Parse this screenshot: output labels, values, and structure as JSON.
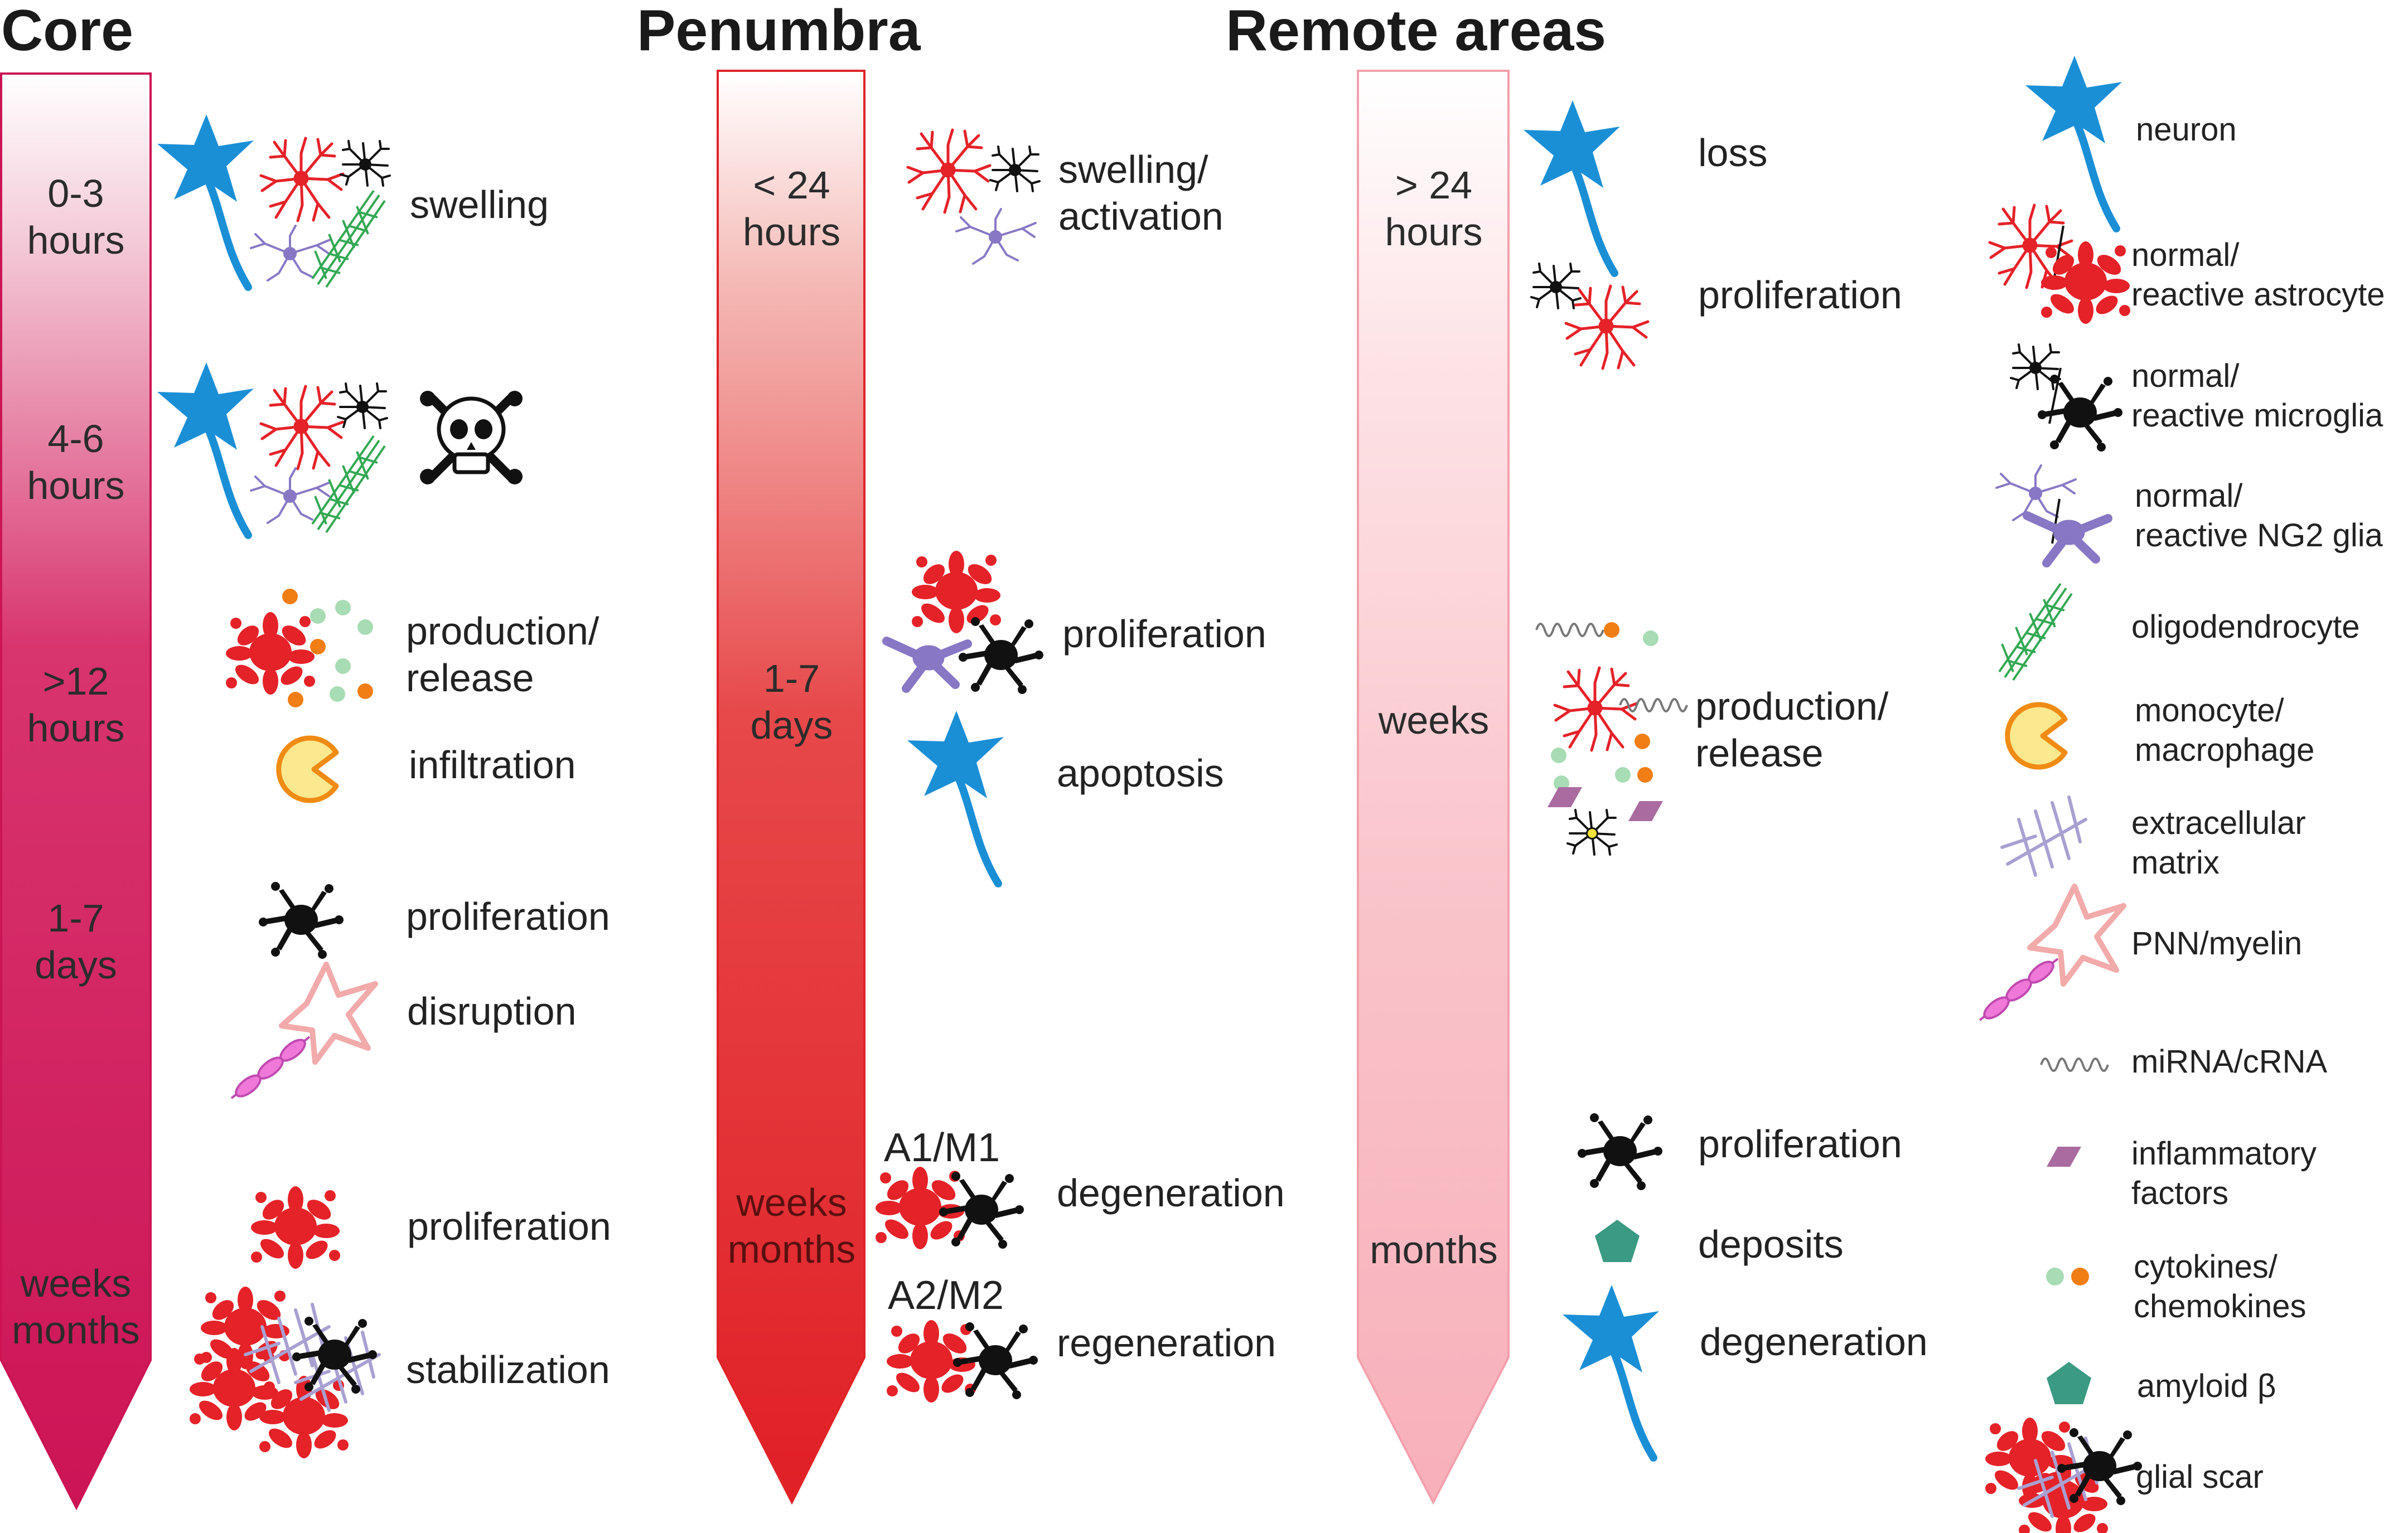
{
  "headings": {
    "core": "Core",
    "penumbra": "Penumbra",
    "remote": "Remote areas"
  },
  "colors": {
    "neuron": "#1b8fd6",
    "astrocyte": "#e52228",
    "microglia": "#111111",
    "ng2": "#8877c4",
    "oligodendrocyte": "#33a853",
    "monocyte_fill": "#fbe88f",
    "monocyte_stroke": "#f08b14",
    "ecm": "#a9a0d2",
    "pnn": "#f2aaaa",
    "myelin": "#e060c8",
    "mirna": "#777777",
    "inflammatory": "#aa6ba0",
    "cytokine_green": "#a8dcb4",
    "cytokine_orange": "#f07e14",
    "amyloid": "#3a9a82",
    "core_arrow": "#cc1455",
    "penumbra_arrow": "#e02328",
    "remote_arrow": "#f8b3bc"
  },
  "core": {
    "times": [
      {
        "l1": "0-3",
        "l2": "hours"
      },
      {
        "l1": "4-6",
        "l2": "hours"
      },
      {
        "l1": ">12",
        "l2": "hours"
      },
      {
        "l1": "1-7",
        "l2": "days"
      },
      {
        "l1": "weeks",
        "l2": "months"
      }
    ],
    "events": [
      {
        "l1": "swelling",
        "l2": ""
      },
      {
        "l1": "production/",
        "l2": "release"
      },
      {
        "l1": "infiltration",
        "l2": ""
      },
      {
        "l1": "proliferation",
        "l2": ""
      },
      {
        "l1": "disruption",
        "l2": ""
      },
      {
        "l1": "proliferation",
        "l2": ""
      },
      {
        "l1": "stabilization",
        "l2": ""
      }
    ]
  },
  "penumbra": {
    "times": [
      {
        "l1": "< 24",
        "l2": "hours"
      },
      {
        "l1": "1-7",
        "l2": "days"
      },
      {
        "l1": "weeks",
        "l2": "months"
      }
    ],
    "events": [
      {
        "l1": "swelling/",
        "l2": "activation"
      },
      {
        "l1": "proliferation",
        "l2": ""
      },
      {
        "l1": "apoptosis",
        "l2": ""
      },
      {
        "l1": "degeneration",
        "l2": ""
      },
      {
        "l1": "regeneration",
        "l2": ""
      }
    ],
    "subtypes": [
      "A1/M1",
      "A2/M2"
    ]
  },
  "remote": {
    "times": [
      {
        "l1": "> 24",
        "l2": "hours"
      },
      {
        "l1": "weeks",
        "l2": ""
      },
      {
        "l1": "months",
        "l2": ""
      }
    ],
    "events": [
      {
        "l1": "loss",
        "l2": ""
      },
      {
        "l1": "proliferation",
        "l2": ""
      },
      {
        "l1": "production/",
        "l2": "release"
      },
      {
        "l1": "proliferation",
        "l2": ""
      },
      {
        "l1": "deposits",
        "l2": ""
      },
      {
        "l1": "degeneration",
        "l2": ""
      }
    ]
  },
  "legend": [
    {
      "icon": "neuron-icon",
      "l1": "neuron",
      "l2": ""
    },
    {
      "icon": "astrocyte-icon",
      "l1": "normal/",
      "l2": "reactive astrocyte"
    },
    {
      "icon": "microglia-icon",
      "l1": "normal/",
      "l2": "reactive microglia"
    },
    {
      "icon": "ng2-glia-icon",
      "l1": "normal/",
      "l2": "reactive NG2 glia"
    },
    {
      "icon": "oligodendrocyte-icon",
      "l1": "oligodendrocyte",
      "l2": ""
    },
    {
      "icon": "monocyte-icon",
      "l1": "monocyte/",
      "l2": "macrophage"
    },
    {
      "icon": "extracellular-matrix-icon",
      "l1": "extracellular",
      "l2": "matrix"
    },
    {
      "icon": "pnn-myelin-icon",
      "l1": "PNN/myelin",
      "l2": ""
    },
    {
      "icon": "mirna-icon",
      "l1": "miRNA/cRNA",
      "l2": ""
    },
    {
      "icon": "inflammatory-factor-icon",
      "l1": "inflammatory",
      "l2": "factors"
    },
    {
      "icon": "cytokine-icon",
      "l1": "cytokines/",
      "l2": "chemokines"
    },
    {
      "icon": "amyloid-icon",
      "l1": "amyloid β",
      "l2": ""
    },
    {
      "icon": "glial-scar-icon",
      "l1": "glial scar",
      "l2": ""
    }
  ]
}
